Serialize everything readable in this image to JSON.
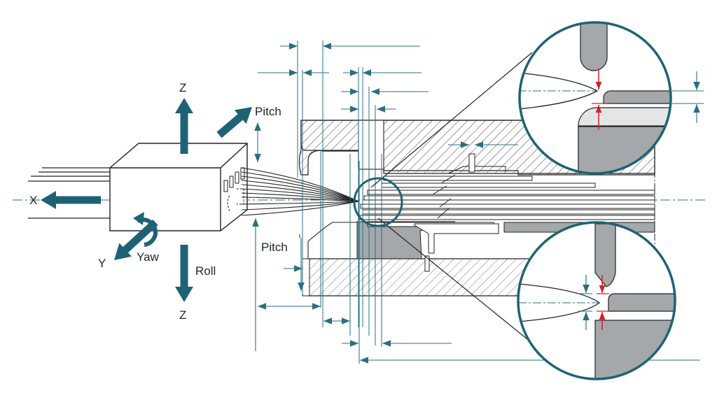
{
  "diagram": {
    "title": "",
    "colors": {
      "accent": "#1f6275",
      "dimension": "#2a6f82",
      "highlight_red": "#d0202a",
      "part_gray": "#a4a8ab",
      "light_gray": "#e4e5e5",
      "line": "#222222",
      "background": "#ffffff"
    },
    "axis_labels": {
      "z_top": "Z",
      "z_bottom": "Z",
      "x": "X",
      "y": "Y",
      "pitch_arrow": "Pitch",
      "yaw": "Yaw",
      "roll": "Roll",
      "pitch_dimension": "Pitch"
    },
    "components": [
      {
        "name": "connector-block",
        "description": "3D connector housing with pin slots"
      },
      {
        "name": "wire-bundle",
        "description": "Fanning leads converging to focal point"
      },
      {
        "name": "section-body",
        "description": "Hatched cross-section of die/clamp assembly"
      },
      {
        "name": "detail-view-top",
        "description": "Magnified clearance detail with red gap arrows"
      },
      {
        "name": "detail-view-bottom",
        "description": "Magnified tip clearance detail with red and teal gap arrows"
      }
    ],
    "icons": {
      "up-arrow": "axis-z-up",
      "down-arrow": "axis-z-down",
      "left-arrow": "axis-x",
      "diagonal-arrow": "axis-y",
      "curved-arrow": "yaw-rotation",
      "pitch-arrow": "pitch-direction"
    }
  }
}
